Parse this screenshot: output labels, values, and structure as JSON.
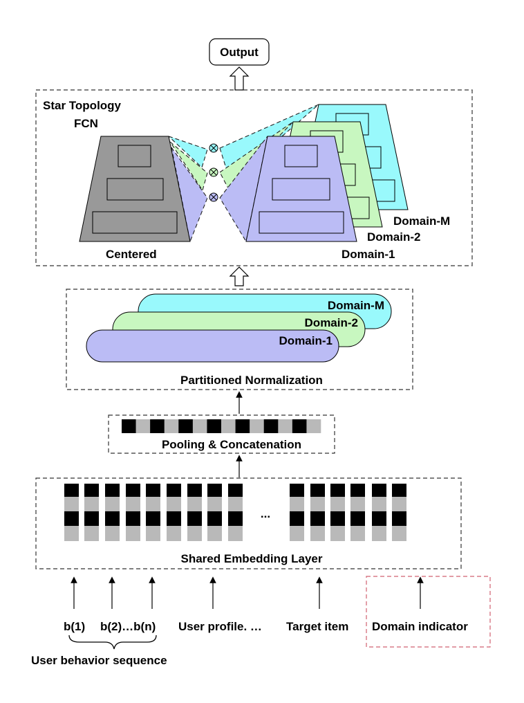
{
  "output": {
    "label": "Output"
  },
  "star_topology": {
    "title": "Star Topology",
    "subtitle": "FCN",
    "centered_label": "Centered",
    "domains": [
      "Domain-1",
      "Domain-2",
      "Domain-M"
    ]
  },
  "partitioned_norm": {
    "title": "Partitioned Normalization",
    "domains": [
      "Domain-1",
      "Domain-2",
      "Domain-M"
    ]
  },
  "pooling": {
    "title": "Pooling & Concatenation"
  },
  "embedding": {
    "title": "Shared Embedding Layer",
    "ellipsis": "..."
  },
  "inputs": {
    "b1": "b(1)",
    "b2bn": "b(2)…b(n)",
    "user_profile": "User profile. …",
    "target_item": "Target item",
    "domain_indicator": "Domain indicator",
    "sequence_label": "User behavior sequence"
  },
  "colors": {
    "cyan": "#99f9fc",
    "green": "#c8f7c0",
    "purple": "#bbbcf5",
    "gray": "#999999",
    "red_dash": "#d06070"
  }
}
